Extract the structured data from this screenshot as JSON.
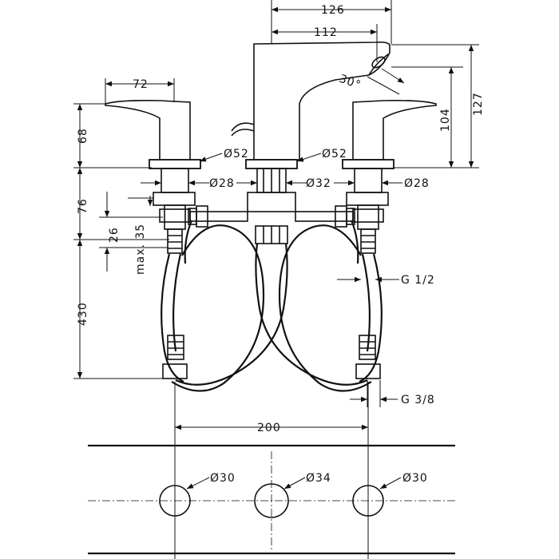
{
  "dimensions": {
    "top_126": "126",
    "top_112": "112",
    "handle_72": "72",
    "angle_30": "30°",
    "right_104": "104",
    "right_127": "127",
    "left_68": "68",
    "left_76": "76",
    "left_26": "26",
    "left_max35": "max. 35",
    "left_430": "430",
    "dia52_left": "Ø52",
    "dia52_center": "Ø52",
    "dia28_left": "Ø28",
    "dia32_center": "Ø32",
    "dia28_right": "Ø28",
    "thread_g12": "G 1/2",
    "thread_g38": "G 3/8",
    "spacing_200": "200",
    "hole_left": "Ø30",
    "hole_center": "Ø34",
    "hole_right": "Ø30"
  }
}
